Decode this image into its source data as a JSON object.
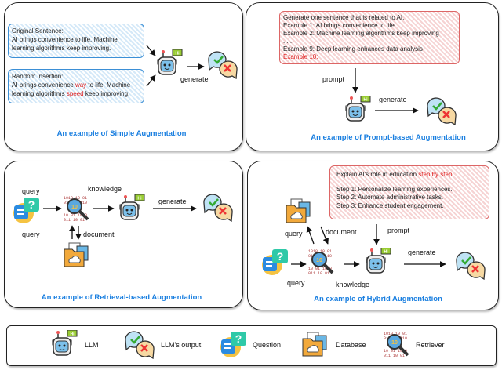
{
  "simple": {
    "box1_title": "Original Sentence:",
    "box1_line1": "AI brings convenience to life. Machine",
    "box1_line2": "learning algorithms keep improving.",
    "box2_title": "Random Insertion:",
    "box2_l1a": "AI brings convenience ",
    "box2_l1r": "way",
    "box2_l1b": " to life. Machine",
    "box2_l2a": "learning algorithms ",
    "box2_l2r": "speed",
    "box2_l2b": " keep improving.",
    "generate": "generate",
    "title": "An example of Simple Augmentation"
  },
  "prompt": {
    "lines": [
      "Generate one sentence that is related to AI.",
      "Example 1: AI brings convenience to life",
      "Example 2: Machine learning algorithms keep improving",
      ". . .",
      "Example 9: Deep learning enhances data analysis"
    ],
    "last": "Example 10:",
    "prompt": "prompt",
    "generate": "generate",
    "title": "An example of Prompt-based Augmentation"
  },
  "retrieval": {
    "query1": "query",
    "knowledge": "knowledge",
    "generate": "generate",
    "query2": "query",
    "document": "document",
    "title": "An example of Retrieval-based Augmentation"
  },
  "hybrid": {
    "box_a": "Explain AI's role in education ",
    "box_r": "step by step",
    "box_b": ".",
    "steps": [
      "Step 1: Personalize learning experiences.",
      "Step 2: Automate administrative tasks.",
      "Step 3: Enhance student engagement."
    ],
    "query1": "query",
    "document": "document",
    "prompt": "prompt",
    "generate": "generate",
    "query2": "query",
    "knowledge": "knowledge",
    "title": "An example of Hybrid Augmentation"
  },
  "legend": {
    "llm": "LLM",
    "output": "LLM's output",
    "question": "Question",
    "database": "Database",
    "retriever": "Retriever"
  },
  "robot_badge": "Hi",
  "colors": {
    "title": "#1a7fe0",
    "highlight": "#e02020",
    "blue_box": "#3b8fd6",
    "red_box": "#d66666"
  }
}
